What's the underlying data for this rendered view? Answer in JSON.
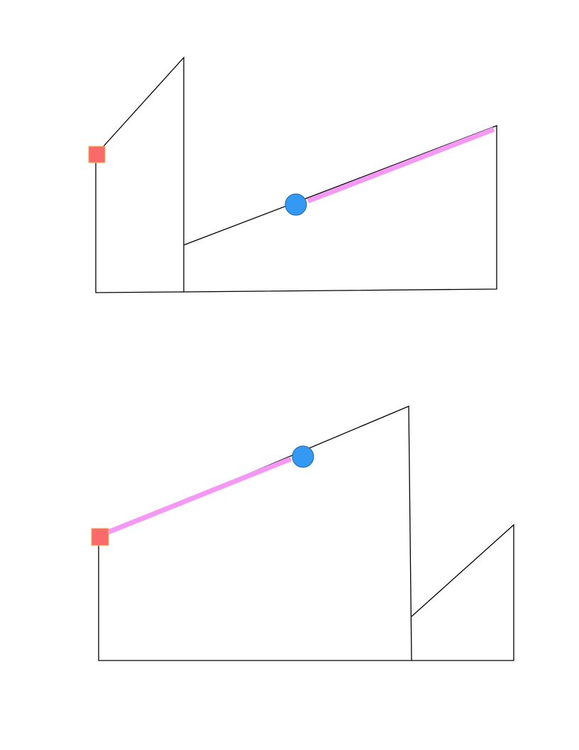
{
  "figure": {
    "description_visible_text": "",
    "colors": {
      "outline": "#000000",
      "highlight": "#f598f5",
      "square_fill": "#fa6a6a",
      "square_stroke": "#f2b35a",
      "circle_fill": "#3399f3",
      "circle_stroke": "#1f62a8"
    },
    "diagrams": [
      {
        "id": "top",
        "shapes": [
          "outline",
          "square-marker",
          "circle-marker",
          "highlight"
        ]
      },
      {
        "id": "bottom",
        "shapes": [
          "outline",
          "square-marker",
          "circle-marker",
          "highlight"
        ]
      }
    ]
  }
}
